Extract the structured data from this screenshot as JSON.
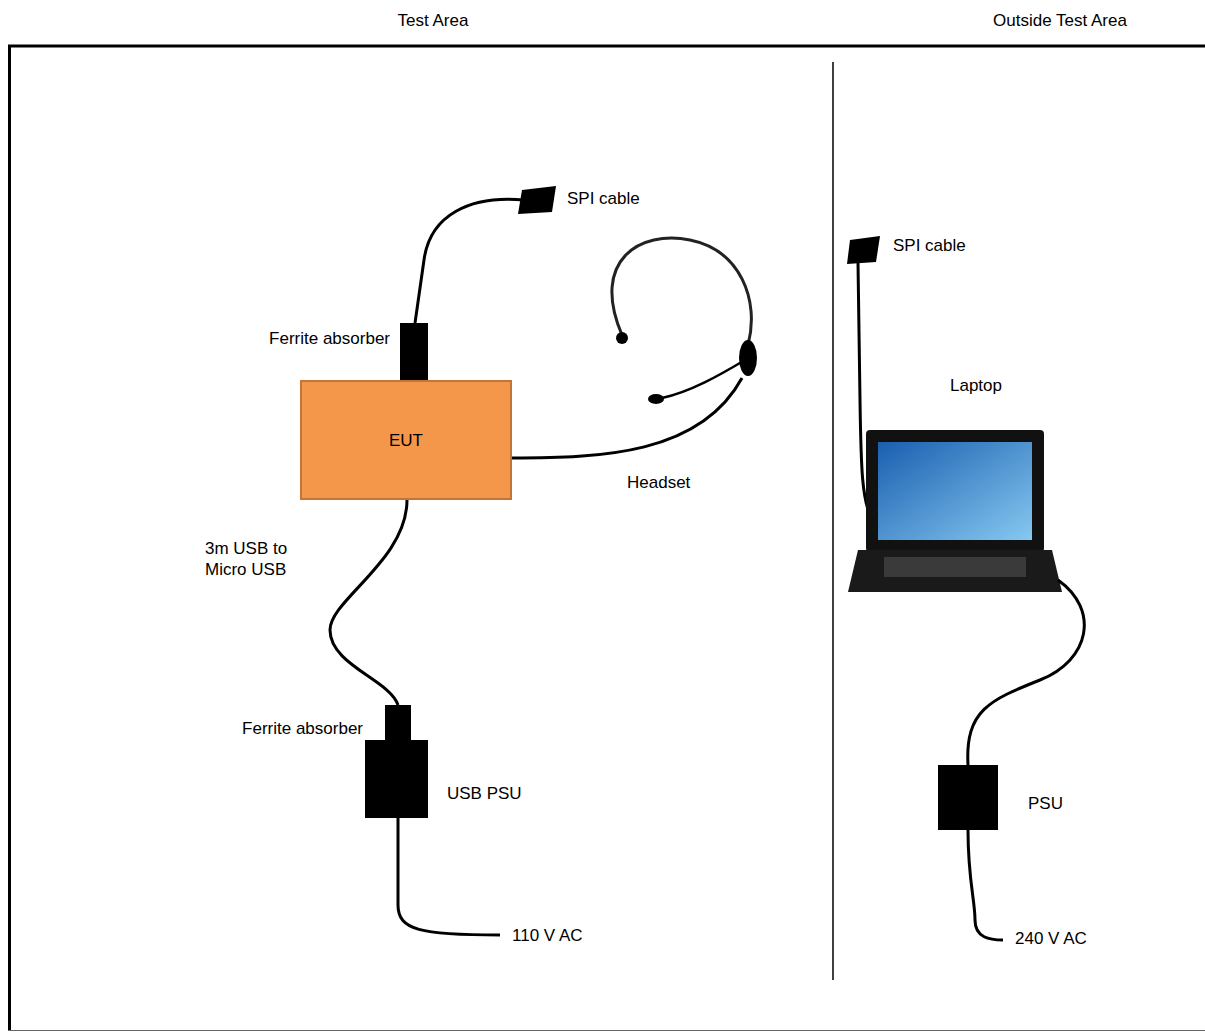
{
  "diagram": {
    "nodes": [
      {
        "text": [
          "EUT"
        ]
      }
    ],
    "labels": [
      "Test Area",
      "Outside Test Area",
      "SPI cable",
      "Ferrite absorber",
      "SPI cable",
      "Laptop",
      "Headset",
      "3m USB to Micro USB",
      "Ferrite absorber",
      "USB PSU",
      "PSU",
      "110 V AC",
      "240 V AC"
    ]
  }
}
